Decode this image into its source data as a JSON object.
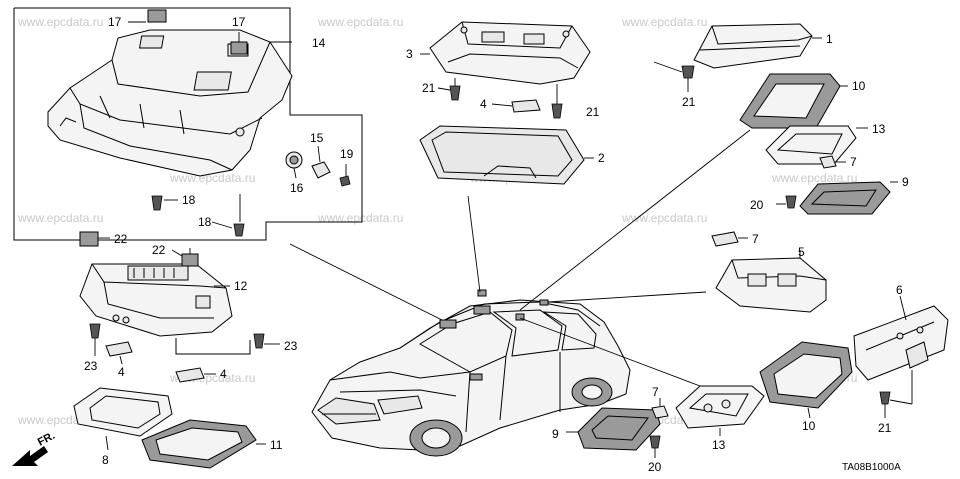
{
  "watermark": "www.epcdata.ru",
  "diagram_code": "TA08B1000A",
  "front_label": "FR.",
  "callouts": {
    "c17a": "17",
    "c17b": "17",
    "c14": "14",
    "c15": "15",
    "c16": "16",
    "c19": "19",
    "c18a": "18",
    "c18b": "18",
    "c3": "3",
    "c21a": "21",
    "c21b": "21",
    "c4a": "4",
    "c2": "2",
    "c1": "1",
    "c21c": "21",
    "c10a": "10",
    "c13a": "13",
    "c7a": "7",
    "c9a": "9",
    "c20a": "20",
    "c22a": "22",
    "c22b": "22",
    "c12": "12",
    "c23a": "23",
    "c23b": "23",
    "c4b": "4",
    "c4c": "4",
    "c8": "8",
    "c11": "11",
    "c7b": "7",
    "c5": "5",
    "c6": "6",
    "c10b": "10",
    "c21d": "21",
    "c7c": "7",
    "c9b": "9",
    "c13b": "13",
    "c20b": "20"
  }
}
